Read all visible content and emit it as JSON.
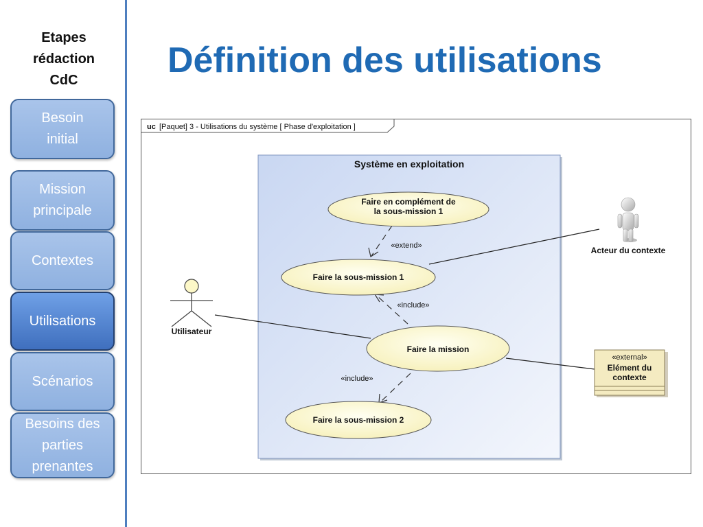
{
  "sidebar": {
    "title_lines": [
      "Etapes",
      "rédaction",
      "CdC"
    ],
    "items": [
      {
        "lines": [
          "Besoin",
          "initial"
        ],
        "active": false
      },
      {
        "lines": [
          "Mission",
          "principale"
        ],
        "active": false
      },
      {
        "lines": [
          "Contextes"
        ],
        "active": false
      },
      {
        "lines": [
          "Utilisations"
        ],
        "active": true
      },
      {
        "lines": [
          "Scénarios"
        ],
        "active": false
      },
      {
        "lines": [
          "Besoins des",
          "parties",
          "prenantes"
        ],
        "active": false
      }
    ]
  },
  "page_title": "Définition des utilisations",
  "diagram": {
    "frame_keyword": "uc",
    "frame_label": "[Paquet] 3 - Utilisations du système [ Phase d'exploitation ]",
    "system_name": "Système en exploitation",
    "use_cases": {
      "complement_lines": [
        "Faire en complément de",
        "la sous-mission 1"
      ],
      "sub1": "Faire la sous-mission 1",
      "mission": "Faire la mission",
      "sub2": "Faire la sous-mission 2"
    },
    "actors": {
      "user": "Utilisateur",
      "context_actor": "Acteur du contexte"
    },
    "external_block": {
      "stereotype": "«external»",
      "name_lines": [
        "Elément du",
        "contexte"
      ]
    },
    "relations": {
      "extend": "«extend»",
      "include_1": "«include»",
      "include_2": "«include»"
    },
    "colors": {
      "title_blue": "#1f6ab4",
      "system_fill": "#dbe5f7",
      "usecase_fill": "#fdf8c8",
      "block_fill": "#f4ebc1",
      "nav_fill": "#8fb1e0",
      "nav_active": "#3f6fbe"
    }
  }
}
